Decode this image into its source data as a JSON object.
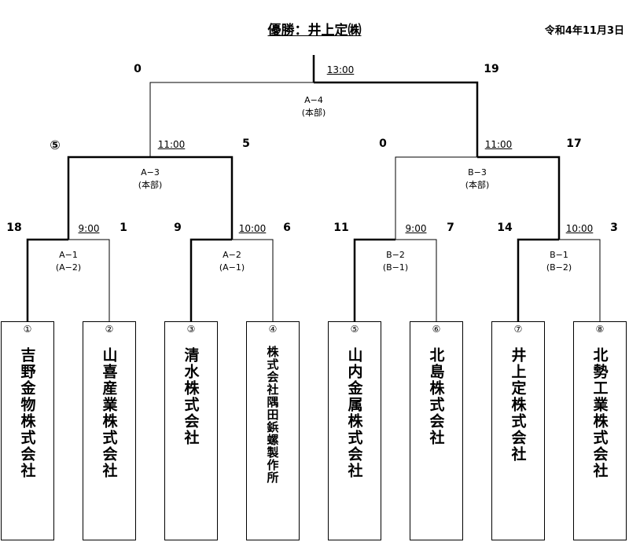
{
  "header": {
    "title": "優勝：井上定㈱",
    "date": "令和4年11月3日"
  },
  "teams": [
    {
      "num": "①",
      "name": "吉野金物株式会社"
    },
    {
      "num": "②",
      "name": "山喜産業株式会社"
    },
    {
      "num": "③",
      "name": "清水株式会社"
    },
    {
      "num": "④",
      "name": "株式会社隅田鋲螺製作所"
    },
    {
      "num": "⑤",
      "name": "山内金属株式会社"
    },
    {
      "num": "⑥",
      "name": "北島株式会社"
    },
    {
      "num": "⑦",
      "name": "井上定株式会社"
    },
    {
      "num": "⑧",
      "name": "北勢工業株式会社"
    }
  ],
  "matches": {
    "a1": {
      "label": "A−1",
      "venue": "(A−2)",
      "time": "9:00",
      "score_left": "18",
      "score_right": "1"
    },
    "a2": {
      "label": "A−2",
      "venue": "(A−1)",
      "time": "10:00",
      "score_left": "9",
      "score_right": "6"
    },
    "b2": {
      "label": "B−2",
      "venue": "(B−1)",
      "time": "9:00",
      "score_left": "11",
      "score_right": "7"
    },
    "b1": {
      "label": "B−1",
      "venue": "(B−2)",
      "time": "10:00",
      "score_left": "14",
      "score_right": "3"
    },
    "a3": {
      "label": "A−3",
      "venue": "(本部)",
      "time": "11:00",
      "score_left": "⑤",
      "score_right": "5"
    },
    "b3": {
      "label": "B−3",
      "venue": "(本部)",
      "time": "11:00",
      "score_left": "0",
      "score_right": "17"
    },
    "a4": {
      "label": "A−4",
      "venue": "(本部)",
      "time": "13:00",
      "score_left": "0",
      "score_right": "19"
    }
  }
}
